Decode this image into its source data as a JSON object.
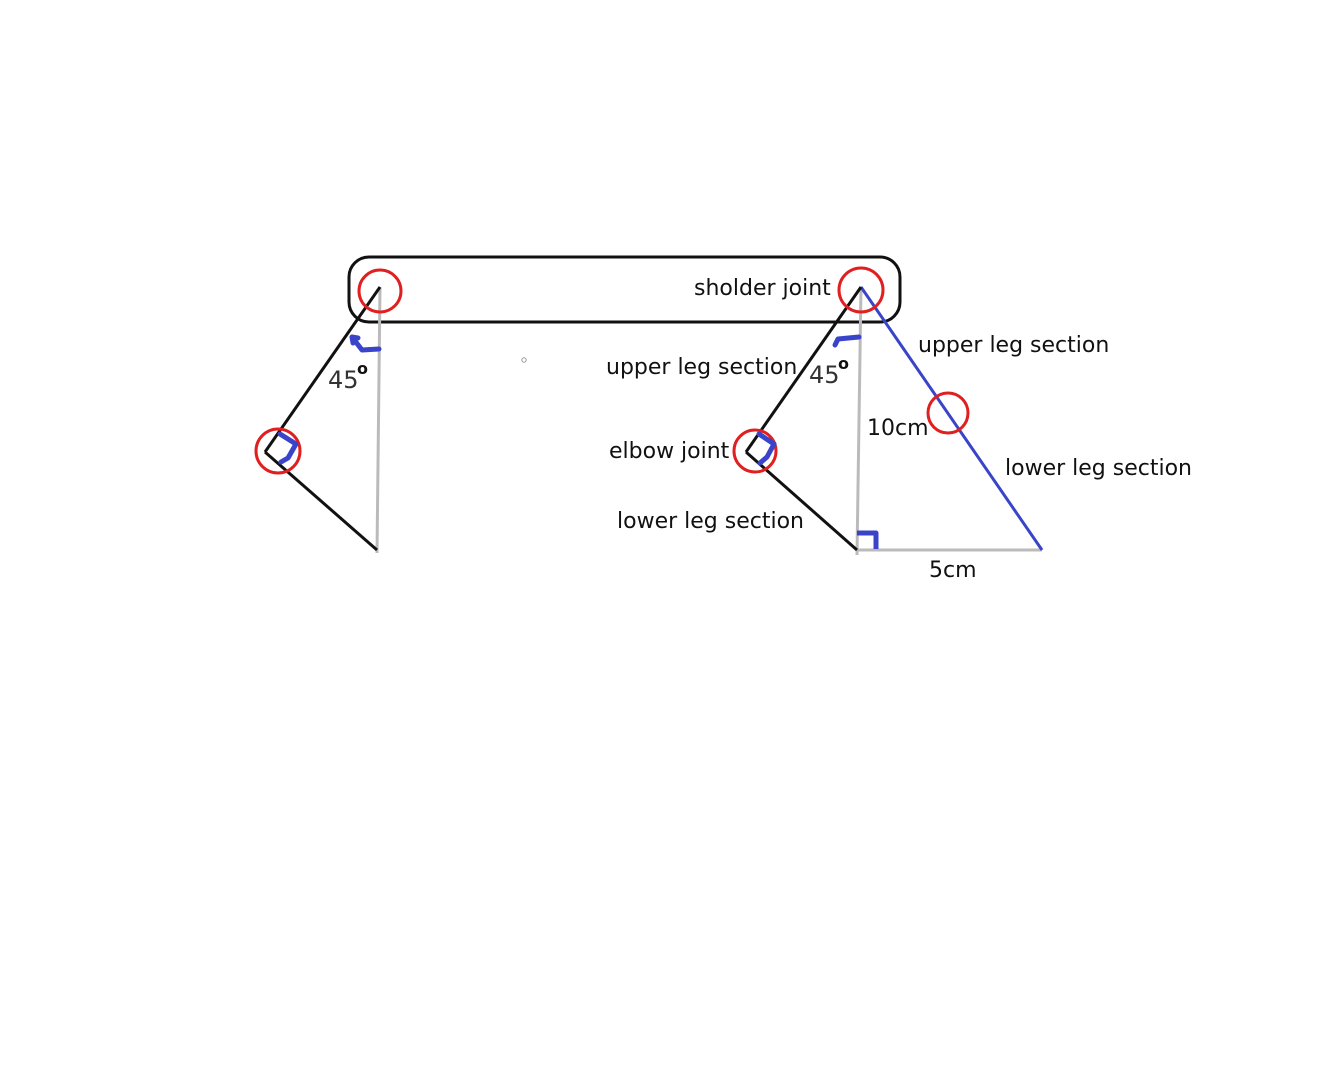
{
  "labels": {
    "shoulder_joint": "sholder joint",
    "upper_leg_middle": "upper leg section",
    "upper_leg_right": "upper leg section",
    "elbow_joint": "elbow joint",
    "lower_leg_middle": "lower leg section",
    "lower_leg_right": "lower leg section",
    "height": "10cm",
    "base": "5cm"
  },
  "angles": {
    "left_value": "45",
    "left_unit": "o",
    "right_value": "45",
    "right_unit": "o"
  },
  "colors": {
    "structure": "#111111",
    "joint_marker": "#e02020",
    "angle_marker": "#3a44c8",
    "reference_line": "#bbbbbb",
    "alt_leg": "#3a44c8"
  }
}
